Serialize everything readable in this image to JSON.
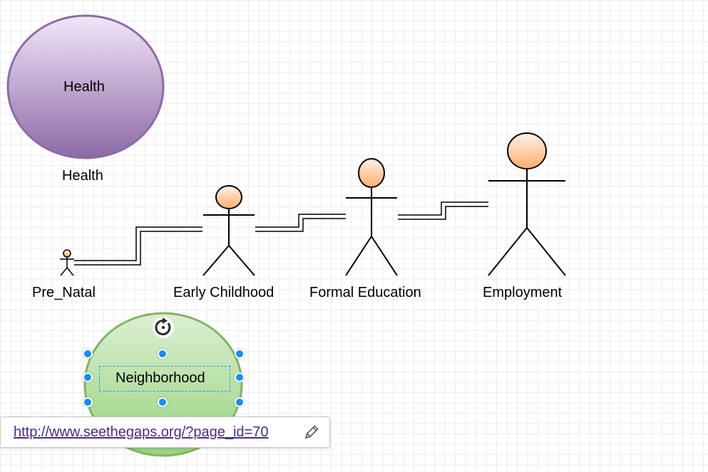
{
  "diagram": {
    "health_circle": {
      "text": "Health",
      "caption": "Health",
      "fill_top": "#f3e6f8",
      "fill_bottom": "#8c6aa7",
      "stroke": "#8e6aa6"
    },
    "neighborhood_circle": {
      "text": "Neighborhood",
      "fill_top": "#dcefd4",
      "fill_bottom": "#97d27c",
      "stroke": "#82b366"
    },
    "actors": [
      {
        "label": "Pre_Natal",
        "icon": "stick-figure-icon"
      },
      {
        "label": "Early Childhood",
        "icon": "stick-figure-icon"
      },
      {
        "label": "Formal Education",
        "icon": "stick-figure-icon"
      },
      {
        "label": "Employment",
        "icon": "stick-figure-icon"
      }
    ],
    "actor_head_fill_top": "#fff1e6",
    "actor_head_fill_bottom": "#ffae6e"
  },
  "selection": {
    "handle_color": "#1a8cf5",
    "rotate_icon": "rotate-icon"
  },
  "link_tooltip": {
    "url": "http://www.seethegaps.org/?page_id=70",
    "edit_icon": "pencil-icon"
  }
}
